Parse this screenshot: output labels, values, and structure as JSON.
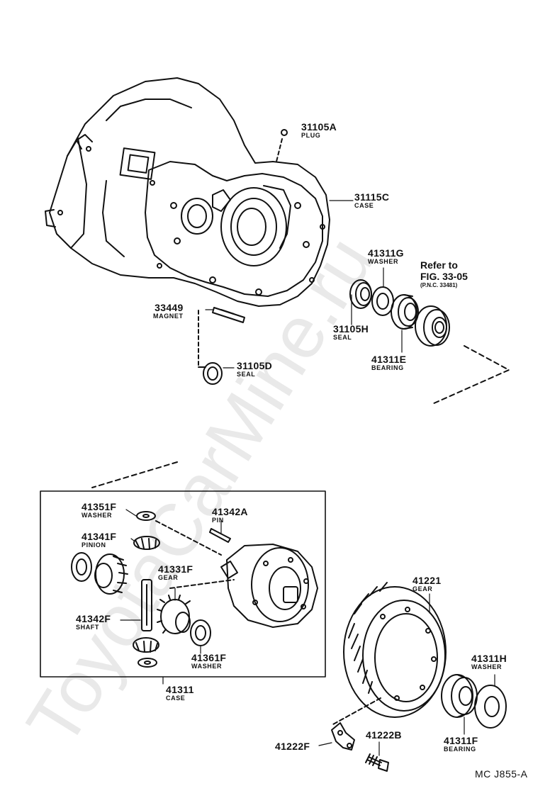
{
  "diagram": {
    "watermark": "ToyotaCarMine.ru",
    "figure_code": "MC J855-A",
    "parts": [
      {
        "id": "p31105A",
        "number": "31105A",
        "name": "PLUG"
      },
      {
        "id": "p31115C",
        "number": "31115C",
        "name": "CASE"
      },
      {
        "id": "p41311G",
        "number": "41311G",
        "name": "WASHER"
      },
      {
        "id": "p33449",
        "number": "33449",
        "name": "MAGNET"
      },
      {
        "id": "p31105H",
        "number": "31105H",
        "name": "SEAL"
      },
      {
        "id": "p41311E",
        "number": "41311E",
        "name": "BEARING"
      },
      {
        "id": "p31105D",
        "number": "31105D",
        "name": "SEAL"
      },
      {
        "id": "p41351F",
        "number": "41351F",
        "name": "WASHER"
      },
      {
        "id": "p41342A",
        "number": "41342A",
        "name": "PIN"
      },
      {
        "id": "p41341F",
        "number": "41341F",
        "name": "PINION"
      },
      {
        "id": "p41331F",
        "number": "41331F",
        "name": "GEAR"
      },
      {
        "id": "p41342F",
        "number": "41342F",
        "name": "SHAFT"
      },
      {
        "id": "p41361F",
        "number": "41361F",
        "name": "WASHER"
      },
      {
        "id": "p41311",
        "number": "41311",
        "name": "CASE"
      },
      {
        "id": "p41221",
        "number": "41221",
        "name": "GEAR"
      },
      {
        "id": "p41311H",
        "number": "41311H",
        "name": "WASHER"
      },
      {
        "id": "p41311F",
        "number": "41311F",
        "name": "BEARING"
      },
      {
        "id": "p41222F",
        "number": "41222F",
        "name": ""
      },
      {
        "id": "p41222B",
        "number": "41222B",
        "name": ""
      }
    ],
    "reference": {
      "line1": "Refer to",
      "line2": "FIG. 33-05",
      "line3": "(P.N.C. 33481)"
    }
  }
}
